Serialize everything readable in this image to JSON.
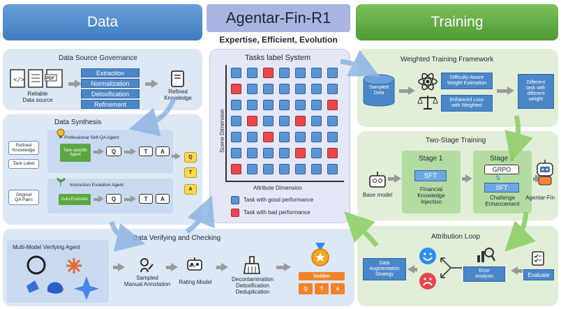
{
  "header": {
    "data": "Data",
    "title": "Agentar-Fin-R1",
    "training": "Training",
    "subtitle": "Expertise, Efficient, Evolution"
  },
  "data_source": {
    "title": "Data Source Governance",
    "reliable": "Reliable\nData source",
    "steps": [
      "Extraction",
      "Normalization",
      "Detoxification",
      "Refinement"
    ],
    "refined": "Refined\nKnowledge",
    "pdf": "PDF"
  },
  "synthesis": {
    "title": "Data Synthesis",
    "qa_agent": "Professional Self-QA Agent",
    "refined_knowledge": "Refined\nKnowledge",
    "task_label": "Task Label",
    "task_agent": "Task-specific\nAgent",
    "q": "Q",
    "t": "T",
    "a": "A",
    "evo_agent": "Instruction Evolution Agent",
    "original": "Original\nQA Pairs",
    "auto_evo": "Auto-Evolution"
  },
  "tasks": {
    "title": "Tasks label System",
    "ydim": "Scene Dimension",
    "xdim": "Attribute Dimension",
    "legend_good": "Task with good performance",
    "legend_bad": "Task with bad performance",
    "grid": [
      [
        0,
        0,
        1,
        0,
        0,
        0,
        0
      ],
      [
        1,
        0,
        0,
        0,
        0,
        0,
        0
      ],
      [
        0,
        0,
        0,
        0,
        0,
        0,
        1
      ],
      [
        0,
        1,
        0,
        0,
        1,
        0,
        0
      ],
      [
        0,
        0,
        1,
        0,
        0,
        0,
        0
      ],
      [
        0,
        0,
        0,
        0,
        1,
        0,
        1
      ],
      [
        1,
        0,
        0,
        0,
        0,
        0,
        0
      ]
    ]
  },
  "verify": {
    "title": "Data Verifying and Checking",
    "agent": "Multi-Model Verifying Agent",
    "manual": "Sampled\nManual Annotation",
    "rating": "Rating Model",
    "decon": "Decontamination\nDetoxification\nDeduplication",
    "golden": "Golden",
    "bot": "BOT"
  },
  "weighted": {
    "title": "Weighted Training Framework",
    "sampled": "Sampled\nData",
    "difficulty": "Difficulty-Aware\nWeight Estimation",
    "enhanced": "Enhanced Loss\nwith Weighted",
    "different": "Different\ntask with\ndifferent\nweight"
  },
  "two_stage": {
    "title": "Two-Stage Training",
    "base": "Base model",
    "stage1": "Stage 1",
    "sft": "SFT",
    "fin_inj": "Financial\nKnowledge\nInjection",
    "stage2": "Stage 2",
    "grpo": "GRPO",
    "challenge": "Challenge\nEnhancement",
    "agentar": "Agentar-Fin"
  },
  "attribution": {
    "title": "Attribution Loop",
    "aug": "Data\nAugmentation\nStrategy",
    "error": "Error\nAnalysis",
    "evaluate": "Evaluate"
  },
  "colors": {
    "blue_header": "#4a86c8",
    "green_header": "#5aa640",
    "purple_header": "#a9b4e0",
    "good": "#5b94d3",
    "bad": "#e8474f"
  }
}
